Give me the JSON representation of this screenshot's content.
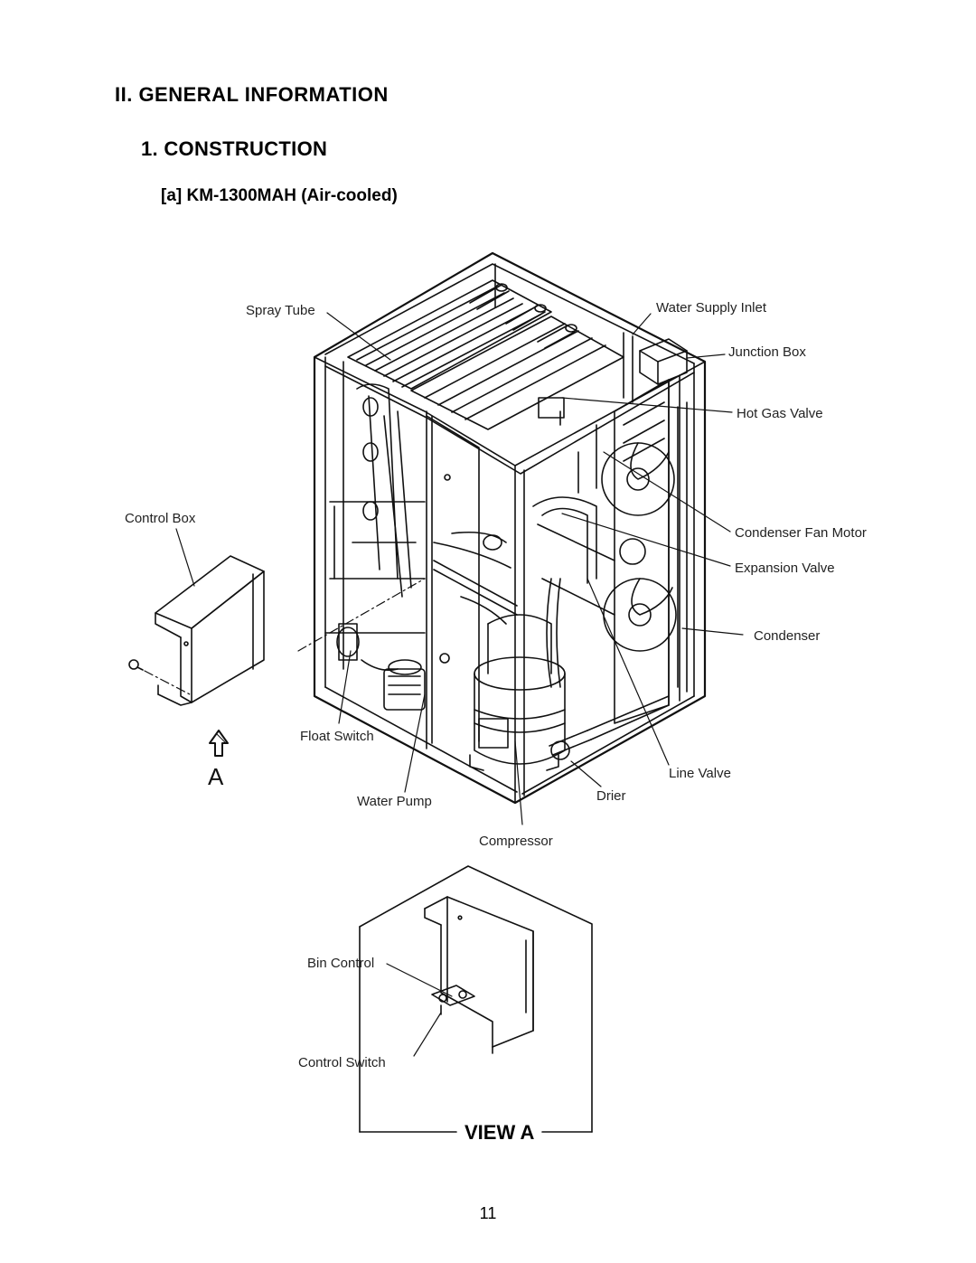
{
  "headings": {
    "section": "II. GENERAL INFORMATION",
    "subsection": "1. CONSTRUCTION",
    "model": "[a] KM-1300MAH (Air-cooled)"
  },
  "labels": {
    "spray_tube": "Spray Tube",
    "water_supply_inlet": "Water Supply Inlet",
    "junction_box": "Junction Box",
    "hot_gas_valve": "Hot Gas Valve",
    "control_box": "Control Box",
    "condenser_fan_motor": "Condenser Fan Motor",
    "expansion_valve": "Expansion Valve",
    "condenser": "Condenser",
    "float_switch": "Float Switch",
    "water_pump": "Water Pump",
    "compressor": "Compressor",
    "drier": "Drier",
    "line_valve": "Line Valve",
    "bin_control": "Bin Control",
    "control_switch": "Control Switch",
    "view_arrow_letter": "A",
    "view_a_title": "VIEW A"
  },
  "page_number": "11"
}
